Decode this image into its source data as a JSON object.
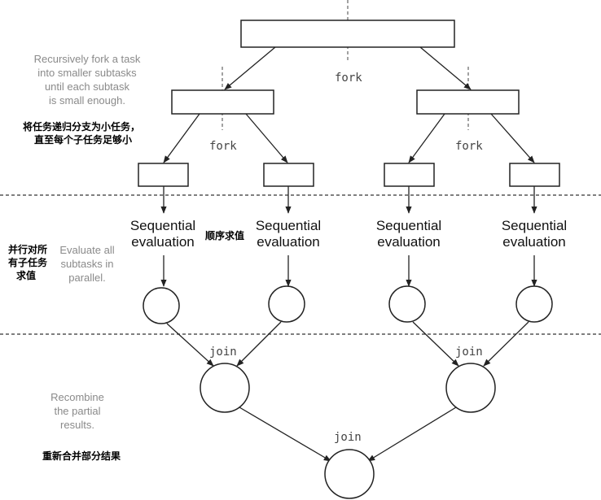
{
  "steps": {
    "fork_note": [
      "Recursively fork a task",
      "into smaller subtasks",
      "until each subtask",
      "is small enough."
    ],
    "fork_note_zh": [
      "将任务递归分支为小任务，",
      "直至每个子任务足够小"
    ],
    "evaluate_note": [
      "Evaluate all",
      "subtasks in",
      "parallel."
    ],
    "evaluate_note_zh": [
      "并行对所",
      "有子任务",
      "求值"
    ],
    "recombine_note": [
      "Recombine",
      "the partial",
      "results."
    ],
    "recombine_note_zh": "重新合并部分结果"
  },
  "labels": {
    "fork": "fork",
    "join": "join",
    "sequential": [
      "Sequential",
      "evaluation"
    ],
    "sequential_zh": "顺序求值"
  },
  "colors": {
    "stroke": "#222222",
    "divider": "#555555",
    "annotation": "#8a8a8a"
  }
}
